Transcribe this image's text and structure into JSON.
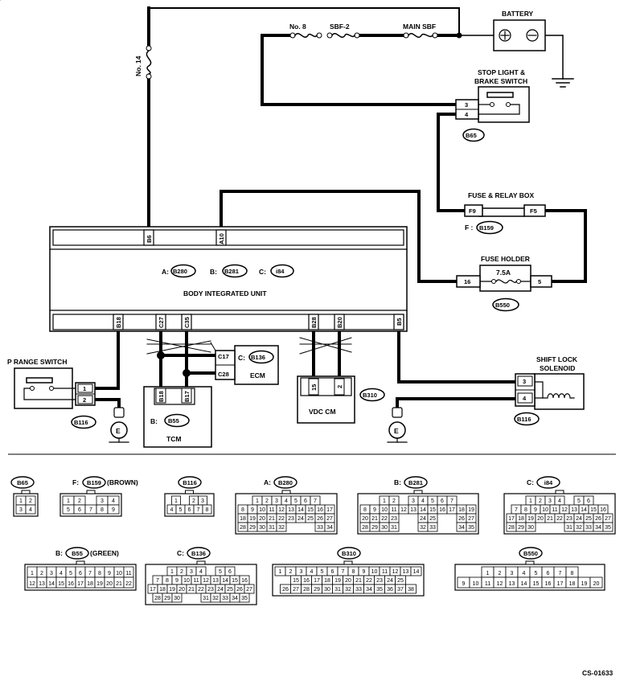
{
  "labels": {
    "battery": "BATTERY",
    "no8": "No. 8",
    "sbf2": "SBF-2",
    "main_sbf": "MAIN SBF",
    "no14": "No. 14",
    "stop_light": "STOP LIGHT &",
    "brake_switch": "BRAKE SWITCH",
    "fuse_relay_box": "FUSE & RELAY BOX",
    "fuse_relay_conn": "F :",
    "fuse_holder": "FUSE HOLDER",
    "fuse_rating": "7.5A",
    "body_unit": "BODY INTEGRATED UNIT",
    "conn_a": "A:",
    "conn_b": "B:",
    "conn_c": "C:",
    "p_range_switch": "P RANGE SWITCH",
    "ecm": "ECM",
    "ecm_conn": "C:",
    "tcm": "TCM",
    "tcm_conn": "B:",
    "vdc_cm": "VDC CM",
    "shift_lock": "SHIFT LOCK",
    "solenoid": "SOLENOID",
    "ground": "E",
    "diagram_id": "CS-01633"
  },
  "connectors": {
    "b65": "B65",
    "f_b159": "B159",
    "b550": "B550",
    "a_b280": "B280",
    "b_b281": "B281",
    "c_i84": "i84",
    "b116": "B116",
    "c_b136": "B136",
    "b_b55": "B55",
    "b310": "B310"
  },
  "pins": {
    "b6": "B6",
    "a10": "A10",
    "b18": "B18",
    "c27": "C27",
    "c35": "C35",
    "b28": "B28",
    "b20": "B20",
    "b5": "B5",
    "sw3": "3",
    "sw4": "4",
    "f9": "F9",
    "f5": "F5",
    "fh16": "16",
    "fh5": "5",
    "c17": "C17",
    "c28": "C28",
    "p1": "1",
    "p2": "2",
    "tcm18": "B18",
    "tcm17": "B17",
    "vdc15": "15",
    "vdc2": "2",
    "sl3": "3",
    "sl4": "4"
  },
  "faces": {
    "b65": {
      "title": "B65",
      "prefix": "",
      "suffix": "",
      "rows": [
        [
          "1",
          "2"
        ],
        [
          "3",
          "4"
        ]
      ]
    },
    "b159": {
      "title": "B159",
      "prefix": "F:",
      "suffix": "(BROWN)",
      "rows": [
        [
          "1",
          "2",
          "",
          "3",
          "4"
        ],
        [
          "5",
          "6",
          "7",
          "8",
          "9"
        ]
      ]
    },
    "b116": {
      "title": "B116",
      "prefix": "",
      "suffix": "",
      "rows": [
        [
          "1",
          "",
          "2",
          "3"
        ],
        [
          "4",
          "5",
          "6",
          "7",
          "8"
        ]
      ]
    },
    "b280": {
      "title": "B280",
      "prefix": "A:",
      "suffix": "",
      "rows": [
        [
          "1",
          "2",
          "3",
          "4",
          "5",
          "6",
          "7"
        ],
        [
          "8",
          "9",
          "10",
          "11",
          "12",
          "13",
          "14",
          "15",
          "16",
          "17"
        ],
        [
          "18",
          "19",
          "20",
          "21",
          "22",
          "23",
          "24",
          "25",
          "26",
          "27"
        ],
        [
          "28",
          "29",
          "30",
          "31",
          "32",
          "",
          "",
          "",
          "33",
          "34"
        ]
      ]
    },
    "b281": {
      "title": "B281",
      "prefix": "B:",
      "suffix": "",
      "rows": [
        [
          "1",
          "2",
          "",
          "3",
          "4",
          "5",
          "6",
          "7"
        ],
        [
          "8",
          "9",
          "10",
          "11",
          "12",
          "13",
          "14",
          "15",
          "16",
          "17",
          "18",
          "19"
        ],
        [
          "20",
          "21",
          "22",
          "23",
          "",
          "",
          "24",
          "25",
          "",
          "",
          "26",
          "27"
        ],
        [
          "28",
          "29",
          "30",
          "31",
          "",
          "",
          "32",
          "33",
          "",
          "",
          "34",
          "35"
        ]
      ]
    },
    "i84": {
      "title": "i84",
      "prefix": "C:",
      "suffix": "",
      "rows": [
        [
          "1",
          "2",
          "3",
          "4",
          "",
          "5",
          "6"
        ],
        [
          "7",
          "8",
          "9",
          "10",
          "11",
          "12",
          "13",
          "14",
          "15",
          "16"
        ],
        [
          "17",
          "18",
          "19",
          "20",
          "21",
          "22",
          "23",
          "24",
          "25",
          "26",
          "27"
        ],
        [
          "28",
          "29",
          "30",
          "",
          "",
          "",
          "31",
          "32",
          "33",
          "34",
          "35"
        ]
      ]
    },
    "b55": {
      "title": "B55",
      "prefix": "B:",
      "suffix": "(GREEN)",
      "rows": [
        [
          "1",
          "2",
          "3",
          "4",
          "5",
          "6",
          "7",
          "8",
          "9",
          "10",
          "11"
        ],
        [
          "12",
          "13",
          "14",
          "15",
          "16",
          "17",
          "18",
          "19",
          "20",
          "21",
          "22"
        ]
      ]
    },
    "b136": {
      "title": "B136",
      "prefix": "C:",
      "suffix": "",
      "rows": [
        [
          "1",
          "2",
          "3",
          "4",
          "",
          "5",
          "6"
        ],
        [
          "7",
          "8",
          "9",
          "10",
          "11",
          "12",
          "13",
          "14",
          "15",
          "16"
        ],
        [
          "17",
          "18",
          "19",
          "20",
          "21",
          "22",
          "23",
          "24",
          "25",
          "26",
          "27"
        ],
        [
          "28",
          "29",
          "30",
          "",
          "",
          "31",
          "32",
          "33",
          "34",
          "35"
        ]
      ]
    },
    "b310": {
      "title": "B310",
      "prefix": "",
      "suffix": "",
      "rows": [
        [
          "1",
          "2",
          "3",
          "4",
          "5",
          "6",
          "7",
          "8",
          "9",
          "10",
          "11",
          "12",
          "13",
          "14"
        ],
        [
          "15",
          "16",
          "17",
          "18",
          "19",
          "20",
          "21",
          "22",
          "23",
          "24",
          "25"
        ],
        [
          "26",
          "27",
          "28",
          "29",
          "30",
          "31",
          "32",
          "33",
          "34",
          "35",
          "36",
          "37",
          "38"
        ]
      ]
    },
    "b550": {
      "title": "B550",
      "prefix": "",
      "suffix": "",
      "rows": [
        [
          "1",
          "2",
          "3",
          "4",
          "5",
          "6",
          "7",
          "8"
        ],
        [
          "9",
          "10",
          "11",
          "12",
          "13",
          "14",
          "15",
          "16",
          "17",
          "18",
          "19",
          "20"
        ]
      ]
    }
  }
}
